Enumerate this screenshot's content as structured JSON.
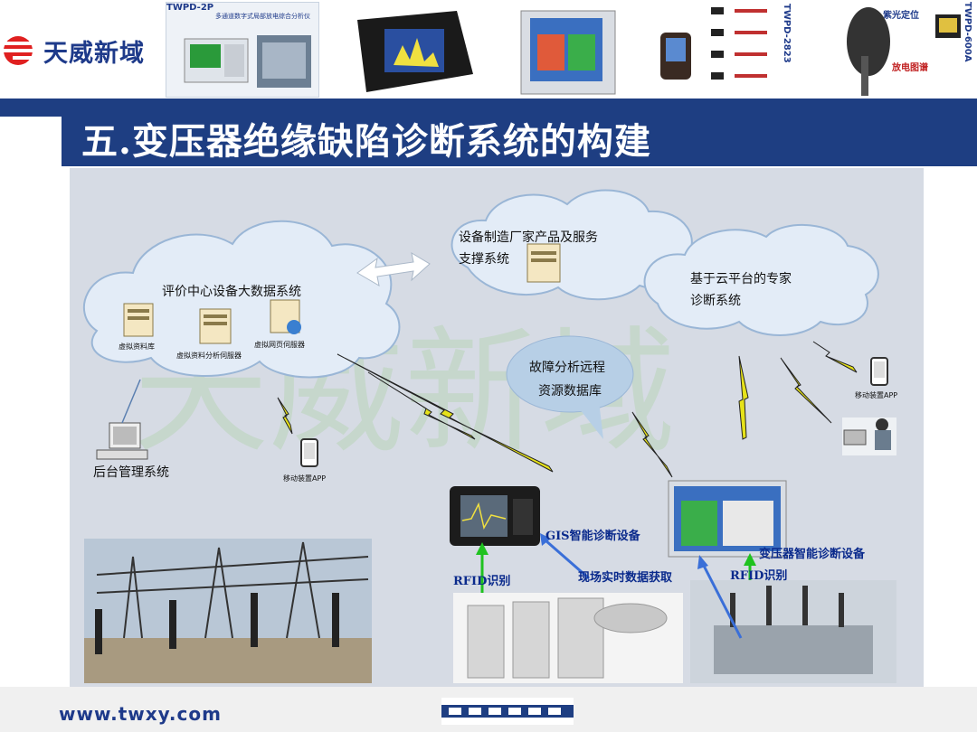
{
  "header": {
    "logo_text": "天威新域",
    "thumb1_title": "TWPD-2P",
    "thumb1_sub": "多通道数字式局部放电综合分析仪",
    "thumb5_title": "TWPD-2823",
    "thumb6_title1": "紫光定位",
    "thumb6_title2": "放电图谱",
    "thumb6_vtitle": "TWPD-600A"
  },
  "slide": {
    "title": "五.变压器绝缘缺陷诊断系统的构建"
  },
  "diagram": {
    "cloud_eval_label": "评价中心设备大数据系统",
    "server_db_label": "虚拟资料库",
    "server_analysis_label": "虚拟资料分析伺服器",
    "server_web_label": "虚拟网页伺服器",
    "cloud_mfr_label1": "设备制造厂家产品及服务",
    "cloud_mfr_label2": "支撑系统",
    "cloud_expert_label1": "基于云平台的专家",
    "cloud_expert_label2": "诊断系统",
    "cloud_fault_label1": "故障分析远程",
    "cloud_fault_label2": "资源数据库",
    "backend_label": "后台管理系统",
    "mobile_app_left": "移动装置APP",
    "mobile_app_right": "移动装置APP",
    "gis_device_label": "GIS智能诊断设备",
    "transformer_device_label": "变压器智能诊断设备",
    "rfid_left": "RFID识别",
    "rfid_right": "RFID识别",
    "realtime_label": "现场实时数据获取",
    "watermark": "天威新域"
  },
  "footer": {
    "url": "www.twxy.com"
  },
  "colors": {
    "title_bg": "#1e3e82",
    "diagram_bg": "#d6dbe4",
    "cloud_fill": "#e3ecf7",
    "cloud_stroke": "#9ab6d6",
    "label_blue": "#0a2a8c",
    "arrow_green": "#1fc21f",
    "arrow_blue": "#3a6fd8",
    "lightning": "#e6e21a"
  }
}
